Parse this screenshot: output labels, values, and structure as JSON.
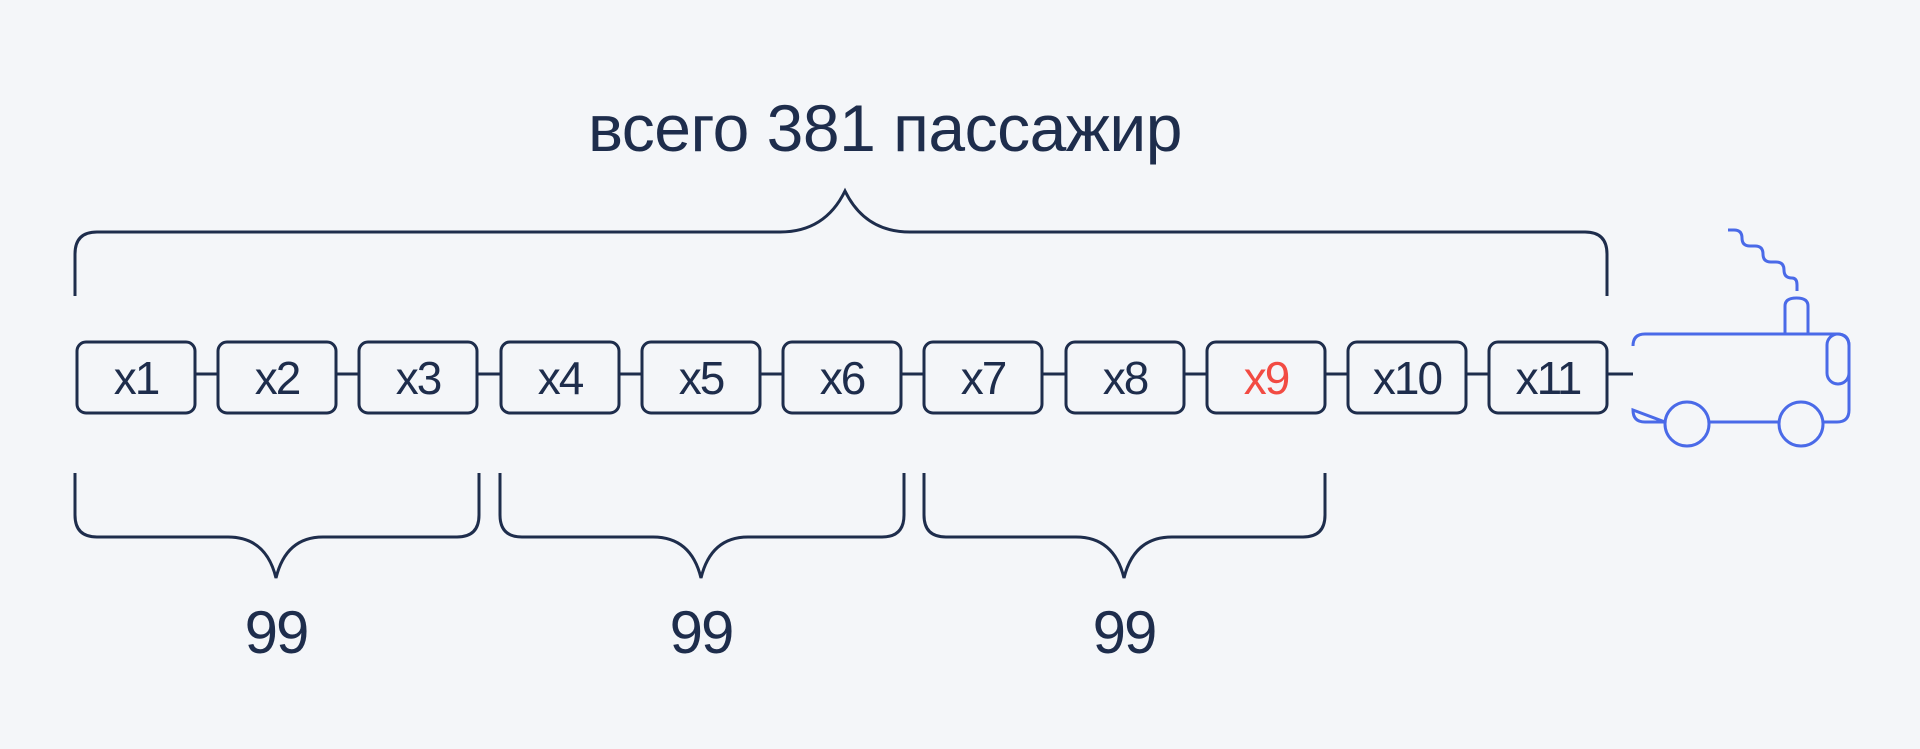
{
  "title": "всего 381 пассажир",
  "colors": {
    "background": "#f4f6f9",
    "ink": "#1e2d4c",
    "highlight": "#f24b43",
    "locomotive": "#4a6ae8"
  },
  "cars": [
    {
      "label": "x1",
      "highlight": false
    },
    {
      "label": "x2",
      "highlight": false
    },
    {
      "label": "x3",
      "highlight": false
    },
    {
      "label": "x4",
      "highlight": false
    },
    {
      "label": "x5",
      "highlight": false
    },
    {
      "label": "x6",
      "highlight": false
    },
    {
      "label": "x7",
      "highlight": false
    },
    {
      "label": "x8",
      "highlight": false
    },
    {
      "label": "x9",
      "highlight": true
    },
    {
      "label": "x10",
      "highlight": false
    },
    {
      "label": "x11",
      "highlight": false
    }
  ],
  "groups": [
    {
      "label": "99",
      "cars": "x1–x3"
    },
    {
      "label": "99",
      "cars": "x4–x6"
    },
    {
      "label": "99",
      "cars": "x7–x9"
    }
  ],
  "locomotive": {
    "icon": "locomotive-icon"
  }
}
